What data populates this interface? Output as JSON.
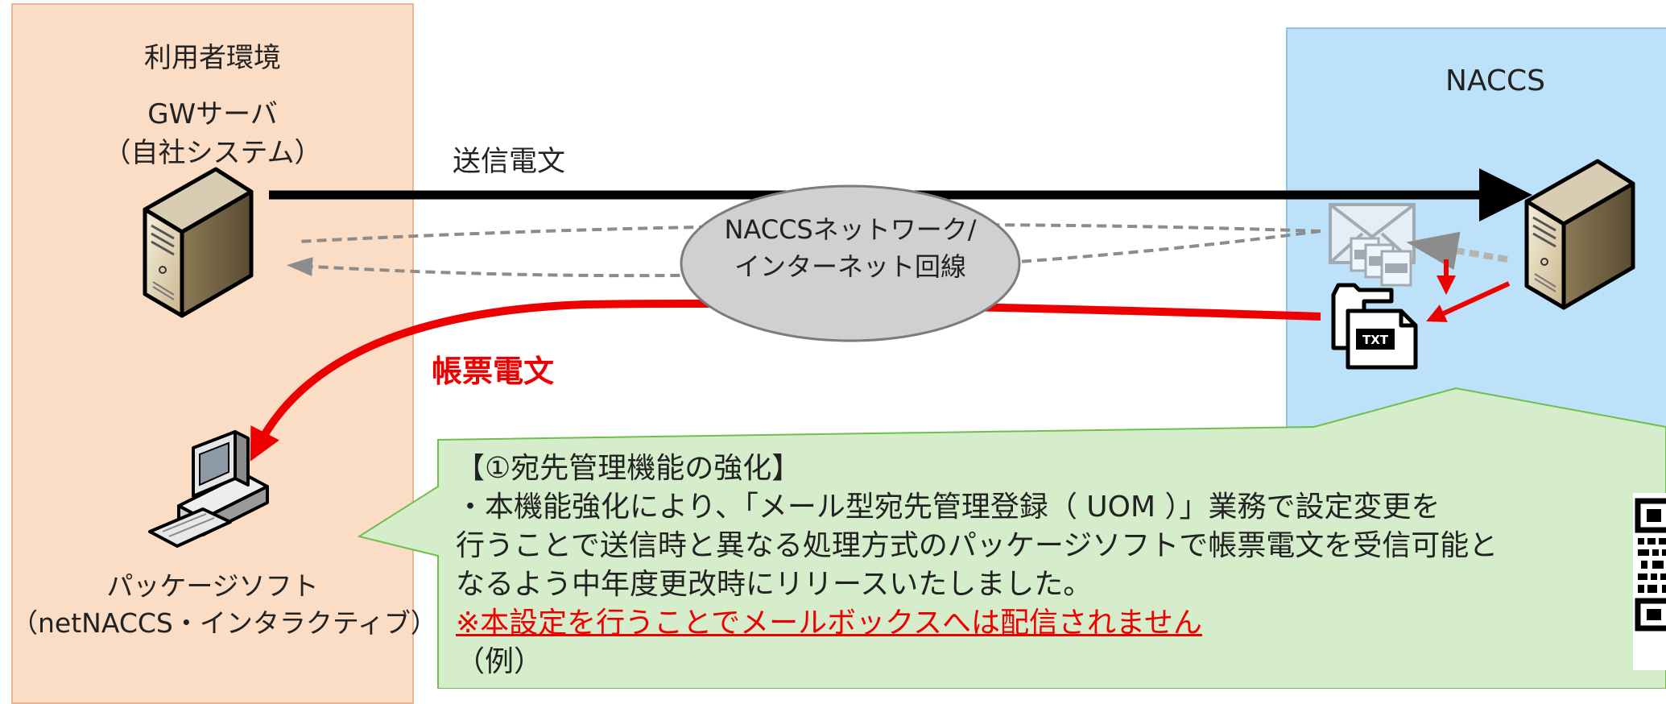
{
  "user_env": {
    "title": "利用者環境",
    "gw_server_line1": "GWサーバ",
    "gw_server_line2": "（自社システム）",
    "pkg_soft_line1": "パッケージソフト",
    "pkg_soft_line2": "（netNACCS・インタラクティブ）"
  },
  "naccs": {
    "title": "NACCS"
  },
  "arrows": {
    "send_label": "送信電文",
    "form_label": "帳票電文"
  },
  "network": {
    "line1": "NACCSネットワーク/",
    "line2": "インターネット回線"
  },
  "file_icons": {
    "txt": "TXT"
  },
  "callout": {
    "heading": "【①宛先管理機能の強化】",
    "line1": "・本機能強化により、「メール型宛先管理登録（ UOM ）」業務で設定変更を",
    "line2": "行うことで送信時と異なる処理方式のパッケージソフトで帳票電文を受信可能と",
    "line3": "なるよう中年度更改時にリリースいたしました。",
    "note": "※本設定を行うことでメールボックスへは配信されません",
    "example": "（例）"
  },
  "colors": {
    "user_panel": "#fbdcc4",
    "naccs_panel": "#bee1fa",
    "callout_fill": "#d5edcb",
    "form_arrow": "#ee0000",
    "send_arrow": "#000000",
    "return_arrow": "#8c8c8c"
  }
}
